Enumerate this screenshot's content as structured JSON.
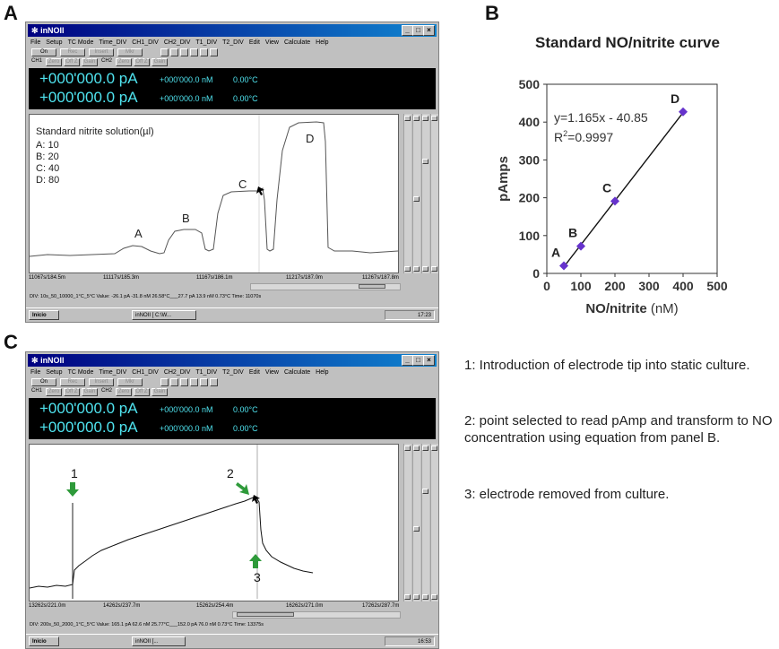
{
  "panels": {
    "a": "A",
    "b": "B",
    "c": "C"
  },
  "window": {
    "title": "inNOII",
    "title_glyph": "✻",
    "controls": {
      "minimize": "_",
      "maximize": "□",
      "close": "×"
    },
    "menu": [
      "File",
      "Setup",
      "TC Mode",
      "Time_DIV",
      "CH1_DIV",
      "CH2_DIV",
      "T1_DIV",
      "T2_DIV",
      "Edit",
      "View",
      "Calculate",
      "Help"
    ],
    "buttons_row1": [
      "On",
      "Rec",
      "Insert",
      "Mkr"
    ],
    "ch1_label": "CH1",
    "ch2_label": "CH2",
    "ch_buttons": [
      "Zero",
      "Off Z",
      "Gain"
    ],
    "readout": {
      "line1_big": "+000'000.0 pA",
      "line1_nm": "+000'000.0 nM",
      "line1_temp": "0.00°C",
      "line2_big": "+000'000.0 pA",
      "line2_nm": "+000'000.0 nM",
      "line2_temp": "0.00°C"
    }
  },
  "panel_a": {
    "legend_title": "Standard nitrite solution(µl)",
    "legend_items": [
      "A: 10",
      "B: 20",
      "C: 40",
      "D: 80"
    ],
    "peak_labels": [
      "A",
      "B",
      "C",
      "D"
    ],
    "x_ticks": [
      "11067s/184.5m",
      "11117s/185.3m",
      "11167s/186.1m",
      "11217s/187.0m",
      "11267s/187.8m"
    ],
    "status": "DIV: 10s_50_10000_1°C_5°C     Value: -26.1 pA  -31.8 nM  26.58°C___27.7 pA  13.9 nM  0.73°C     Time: 11070s",
    "taskbar_start": "Inicio",
    "taskbar_task": "inNOII [ C:\\W...",
    "clock": "17:23"
  },
  "panel_c": {
    "labels": [
      "1",
      "2",
      "3"
    ],
    "x_ticks": [
      "13262s/221.0m",
      "14262s/237.7m",
      "15262s/254.4m",
      "16262s/271.0m",
      "17262s/287.7m"
    ],
    "status": "DIV: 200s_50_2000_1°C_5°C     Value: 165.1 pA  62.6 nM  25.77°C___152.0 pA  76.0 nM  0.73°C     Time: 13375s",
    "taskbar_start": "Inicio",
    "taskbar_task": "inNOII [...",
    "clock": "16:53"
  },
  "notes": [
    "1: Introduction of electrode tip into static culture.",
    "2: point selected to read pAmp and transform to NO concentration using equation from panel B.",
    "3: electrode removed from culture."
  ],
  "chart_data": {
    "type": "scatter",
    "title": "Standard NO/nitrite curve",
    "xlabel_bold": "NO/nitrite",
    "xlabel_unit": "(nM)",
    "ylabel": "pAmps",
    "xlim": [
      0,
      500
    ],
    "ylim": [
      0,
      500
    ],
    "x_ticks": [
      0,
      100,
      200,
      300,
      400,
      500
    ],
    "y_ticks": [
      0,
      100,
      200,
      300,
      400,
      500
    ],
    "points": [
      {
        "label": "A",
        "x": 50,
        "y": 20
      },
      {
        "label": "B",
        "x": 100,
        "y": 72
      },
      {
        "label": "C",
        "x": 200,
        "y": 191
      },
      {
        "label": "D",
        "x": 400,
        "y": 427
      }
    ],
    "fit": {
      "slope": 1.165,
      "intercept": -40.85,
      "equation": "y=1.165x - 40.85",
      "r2_prefix": "R",
      "r2_exp": "2",
      "r2_value": "=0.9997"
    },
    "marker_color": "#6633cc"
  }
}
